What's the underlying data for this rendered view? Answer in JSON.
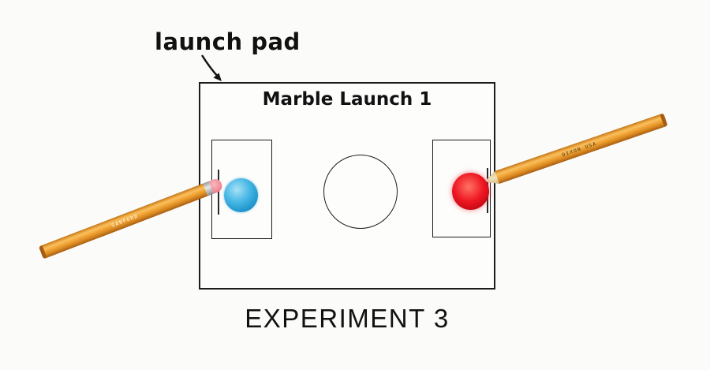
{
  "diagram": {
    "label": "launch pad",
    "title": "Marble Launch 1",
    "caption": "EXPERIMENT 3"
  },
  "pencils": {
    "left": {
      "text": "SANFORD",
      "body_color": "#f2a435",
      "eraser_color": "#ef8d98"
    },
    "right": {
      "text": "DIXON USA",
      "body_color": "#f2a435",
      "tip_color": "#f0e2bd"
    }
  },
  "marbles": {
    "left_color": "#2ba7de",
    "right_color": "#e3101b"
  },
  "colors": {
    "background": "#fbfbfa",
    "line": "#1c1c1c"
  }
}
